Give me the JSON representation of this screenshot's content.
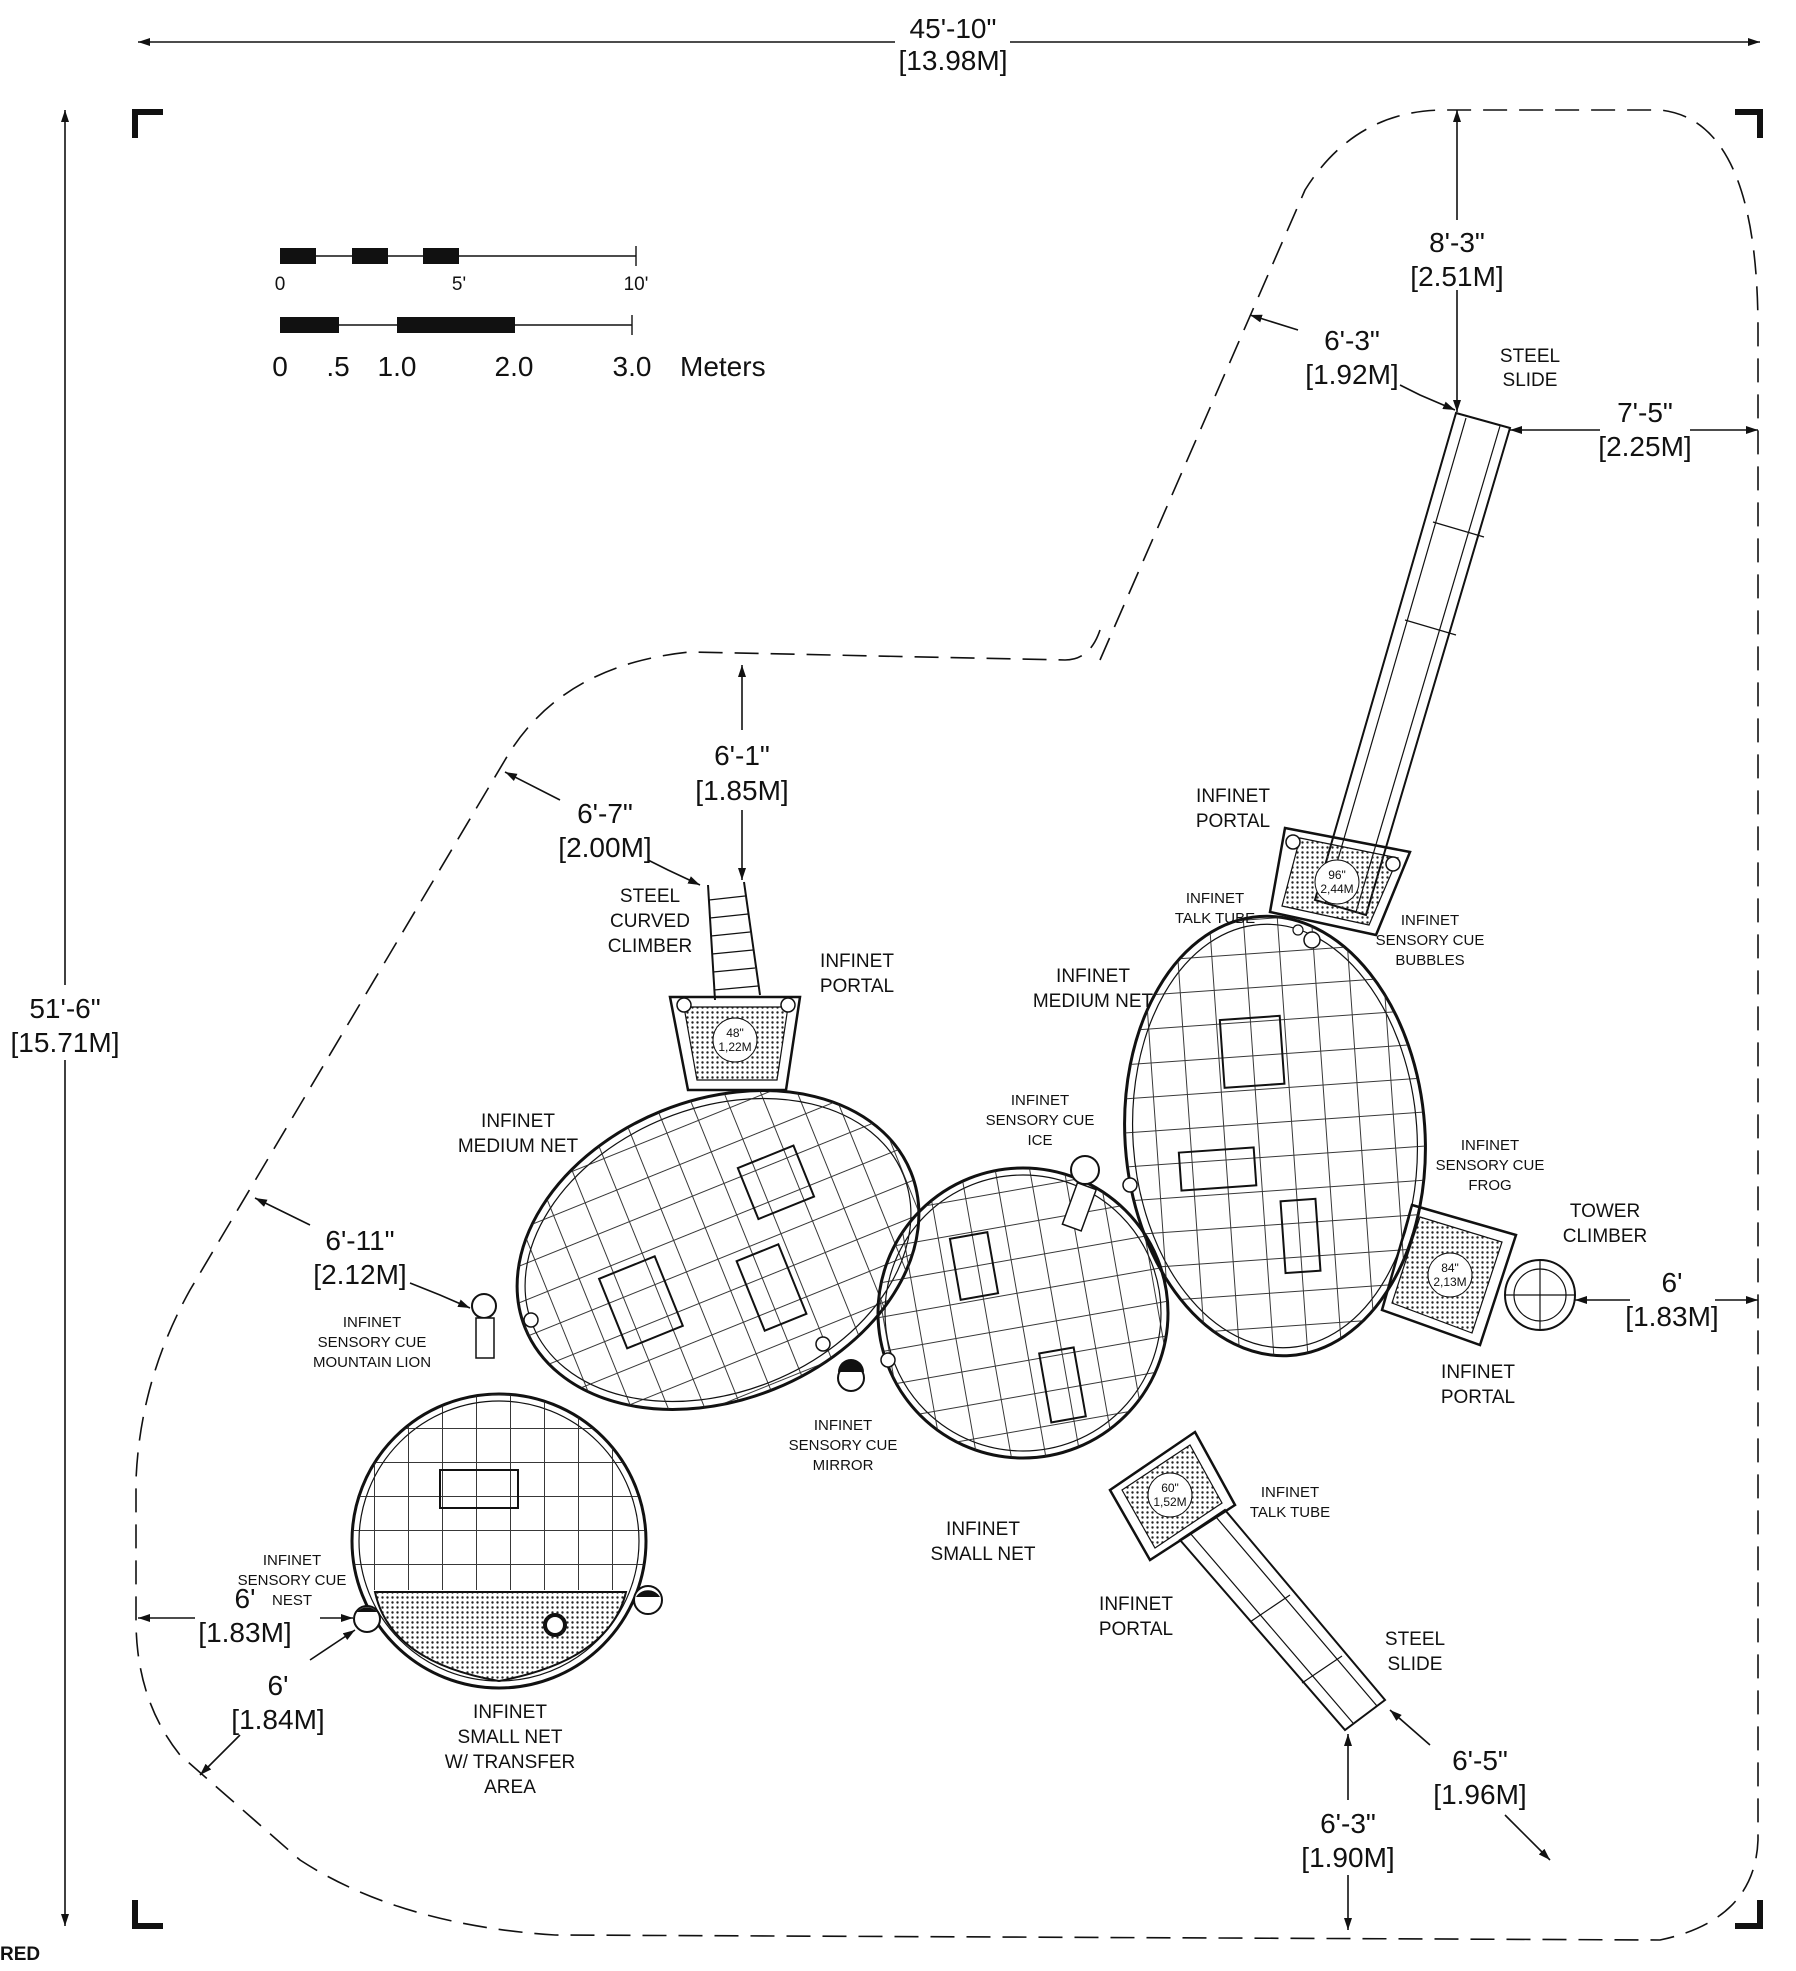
{
  "dimensions": {
    "overall_width": {
      "ft": "45'-10\"",
      "m": "[13.98M]"
    },
    "overall_height": {
      "ft": "51'-6\"",
      "m": "[15.71M]"
    },
    "slide_top_clear": {
      "ft": "8'-3\"",
      "m": "[2.51M]"
    },
    "slide_left_clear": {
      "ft": "6'-3\"",
      "m": "[1.92M]"
    },
    "slide_right_clear": {
      "ft": "7'-5\"",
      "m": "[2.25M]"
    },
    "climber_top_clear": {
      "ft": "6'-1\"",
      "m": "[1.85M]"
    },
    "climber_left_clear": {
      "ft": "6'-7\"",
      "m": "[2.00M]"
    },
    "left_diag_clear": {
      "ft": "6'-11\"",
      "m": "[2.12M]"
    },
    "tower_right_clear": {
      "ft": "6'",
      "m": "[1.83M]"
    },
    "nest_left_clear": {
      "ft": "6'",
      "m": "[1.83M]"
    },
    "nest_diag_clear": {
      "ft": "6'",
      "m": "[1.84M]"
    },
    "slide2_diag_clear": {
      "ft": "6'-5\"",
      "m": "[1.96M]"
    },
    "slide2_bottom_clear": {
      "ft": "6'-3\"",
      "m": "[1.90M]"
    }
  },
  "scale_bar": {
    "feet_ticks": [
      "0",
      "5'",
      "10'"
    ],
    "meter_ticks": [
      "0",
      ".5",
      "1.0",
      "2.0",
      "3.0"
    ],
    "meter_unit": "Meters"
  },
  "labels": {
    "steel_slide_top": [
      "STEEL",
      "SLIDE"
    ],
    "infinet_portal_top": [
      "INFINET",
      "PORTAL"
    ],
    "talk_tube_top": [
      "INFINET",
      "TALK TUBE"
    ],
    "cue_bubbles": [
      "INFINET",
      "SENSORY CUE",
      "BUBBLES"
    ],
    "medium_net_right": [
      "INFINET",
      "MEDIUM NET"
    ],
    "cue_ice": [
      "INFINET",
      "SENSORY CUE",
      "ICE"
    ],
    "cue_frog": [
      "INFINET",
      "SENSORY CUE",
      "FROG"
    ],
    "tower_climber": [
      "TOWER",
      "CLIMBER"
    ],
    "portal_right": [
      "INFINET",
      "PORTAL"
    ],
    "steel_curved_climber": [
      "STEEL",
      "CURVED",
      "CLIMBER"
    ],
    "portal_left": [
      "INFINET",
      "PORTAL"
    ],
    "medium_net_left": [
      "INFINET",
      "MEDIUM NET"
    ],
    "cue_mountain_lion": [
      "INFINET",
      "SENSORY CUE",
      "MOUNTAIN LION"
    ],
    "cue_mirror": [
      "INFINET",
      "SENSORY CUE",
      "MIRROR"
    ],
    "small_net": [
      "INFINET",
      "SMALL NET"
    ],
    "talk_tube_bottom": [
      "INFINET",
      "TALK TUBE"
    ],
    "portal_bottom": [
      "INFINET",
      "PORTAL"
    ],
    "steel_slide_bottom": [
      "STEEL",
      "SLIDE"
    ],
    "cue_nest": [
      "INFINET",
      "SENSORY CUE",
      "NEST"
    ],
    "small_net_transfer": [
      "INFINET",
      "SMALL NET",
      "W/ TRANSFER",
      "AREA"
    ],
    "corner_fragment": "RED"
  },
  "portal_sizes": {
    "top": [
      "96\"",
      "2,44M"
    ],
    "left": [
      "48\"",
      "1,22M"
    ],
    "right": [
      "84\"",
      "2,13M"
    ],
    "bottom": [
      "60\"",
      "1,52M"
    ]
  },
  "colors": {
    "line": "#111111",
    "background": "#ffffff"
  }
}
